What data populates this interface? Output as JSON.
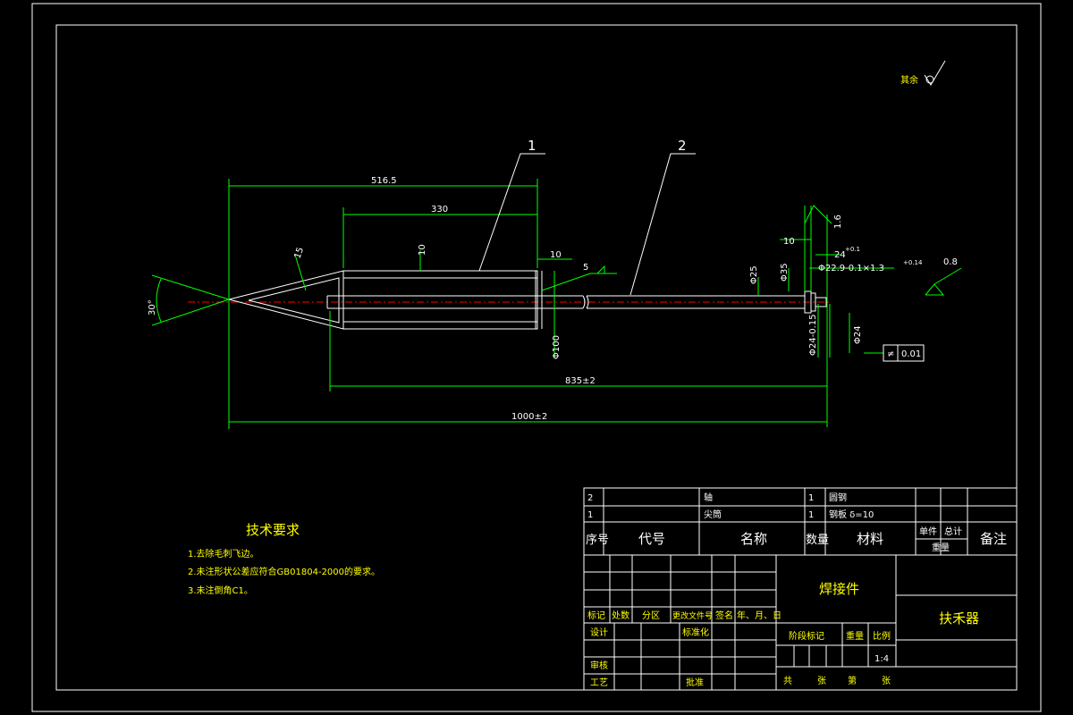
{
  "drawing": {
    "roughness_note": "其余",
    "part_labels": [
      "1",
      "2"
    ],
    "dimensions": {
      "d516": "516.5",
      "d330": "330",
      "d10_top": "10",
      "d10_right": "10",
      "d10_far": "10",
      "d5": "5",
      "d30": "30°",
      "d15": "15",
      "d_phi100": "Φ100",
      "d_phi35": "Φ35",
      "d_phi25": "Φ25",
      "d835": "835±2",
      "d1000": "1000±2",
      "d24": "24",
      "d24_tol": "+0.1",
      "d_thread": "Φ22.9-0.1×1.3",
      "d_thread_tol": "+0.14",
      "d_phi24": "Φ24-0.15",
      "d_phi_small": "Φ24",
      "d08": "0.8",
      "d16": "1.6",
      "tolerance_value": "0.01",
      "tolerance_symbol": "≠"
    }
  },
  "tech_req": {
    "title": "技术要求",
    "items": [
      "1.去除毛刺飞边。",
      "2.未注形状公差应符合GB01804-2000的要求。",
      "3.未注倒角C1。"
    ]
  },
  "parts_table": {
    "rows": [
      {
        "seq": "2",
        "code": "",
        "name": "轴",
        "qty": "1",
        "material": "圆钢",
        "unit": "",
        "total": "",
        "note": ""
      },
      {
        "seq": "1",
        "code": "",
        "name": "尖筒",
        "qty": "1",
        "material": "钢板 δ=10",
        "unit": "",
        "total": "",
        "note": ""
      }
    ],
    "header": {
      "seq": "序号",
      "code": "代号",
      "name": "名称",
      "qty": "数量",
      "material": "材料",
      "unit": "单件",
      "total": "总计",
      "weight": "重量",
      "note": "备注"
    }
  },
  "title_block": {
    "part_type": "焊接件",
    "part_name": "扶禾器",
    "rev_headers": [
      "标记",
      "处数",
      "分区",
      "更改文件号",
      "签名",
      "年、月、日"
    ],
    "design": "设计",
    "standardize": "标准化",
    "review": "审核",
    "process": "工艺",
    "approve": "批准",
    "stage_mark": "阶段标记",
    "weight": "重量",
    "scale_label": "比例",
    "scale": "1:4",
    "sheets_total": "共",
    "sheets_unit1": "张",
    "sheets_index": "第",
    "sheets_unit2": "张"
  }
}
